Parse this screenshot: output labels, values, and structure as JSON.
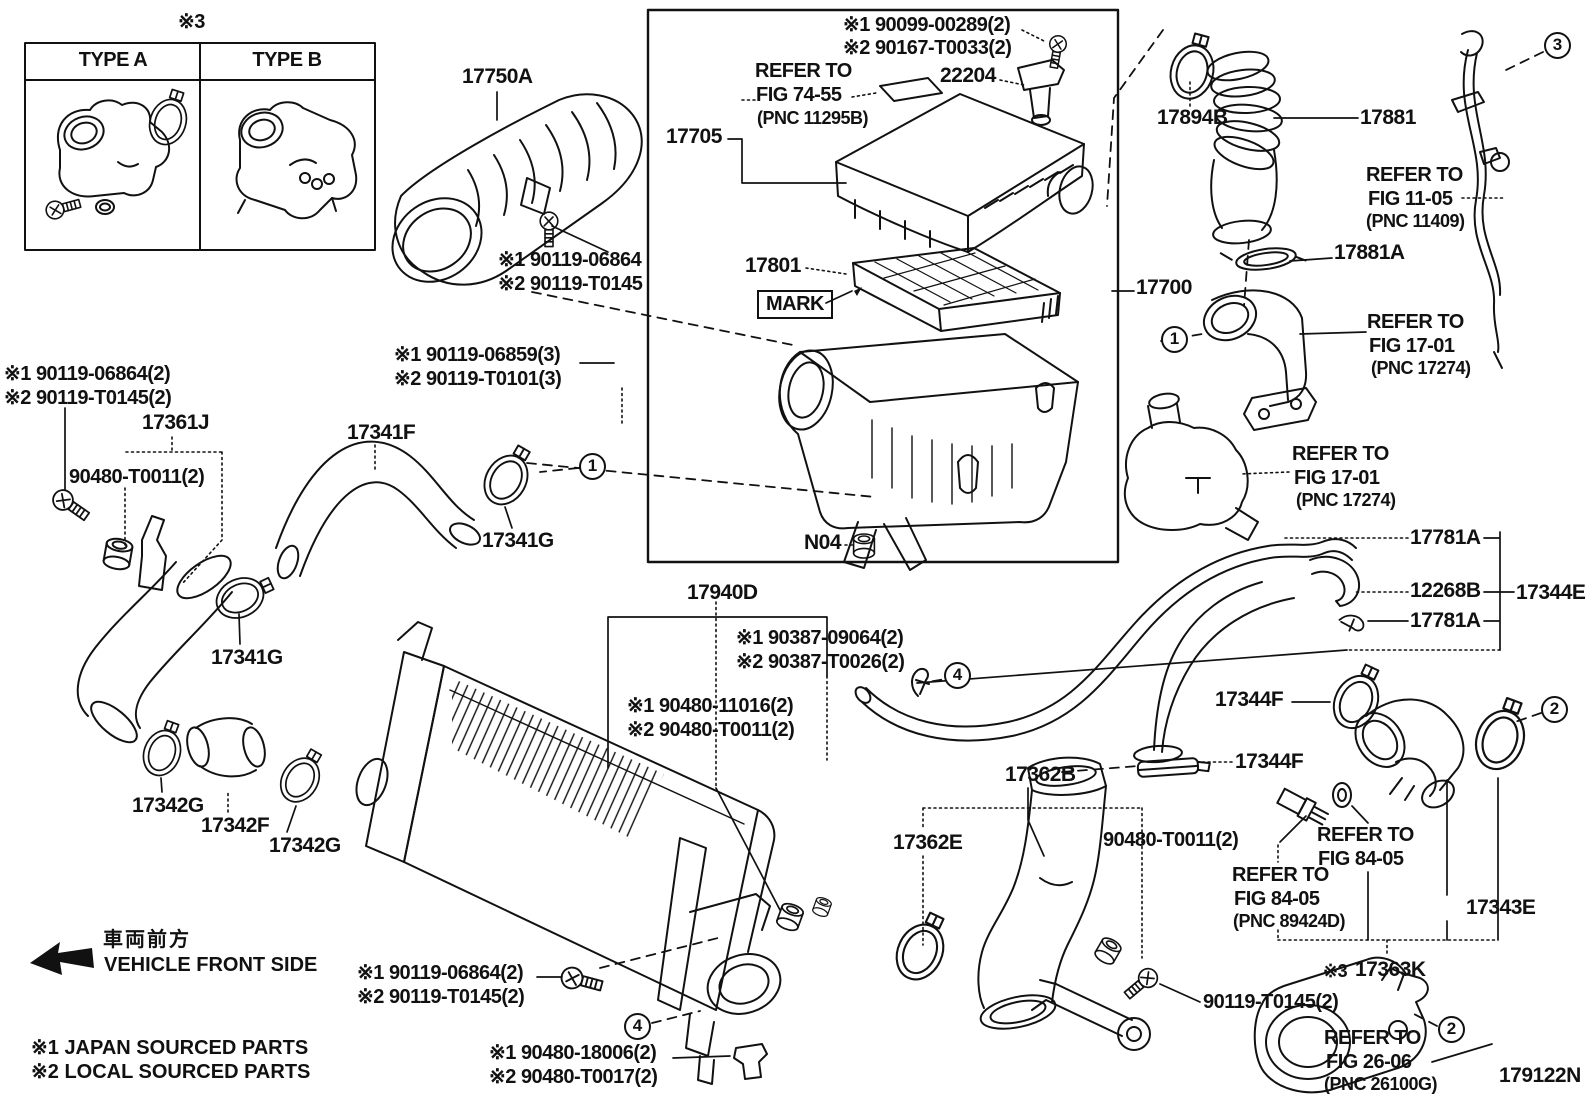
{
  "colors": {
    "ink": "#111111",
    "paper": "#ffffff"
  },
  "legend": {
    "note3": "※3",
    "type_a": "TYPE A",
    "type_b": "TYPE B"
  },
  "callouts": {
    "c1": "1",
    "c2": "2",
    "c3": "3",
    "c4": "4"
  },
  "labels": {
    "p17750a": "17750A",
    "b06864a_1": "※1 90119-06864",
    "b06864a_2": "※2 90119-T0145",
    "b90099_1": "※1 90099-00289(2)",
    "b90099_2": "※2 90167-T0033(2)",
    "ref7455_1": "REFER TO",
    "ref7455_2": "FIG 74-55",
    "ref7455_3": "(PNC 11295B)",
    "p22204": "22204",
    "p17705": "17705",
    "p17894b": "17894B",
    "p17881": "17881",
    "ref1105_1": "REFER TO",
    "ref1105_2": "FIG 11-05",
    "ref1105_3": "(PNC 11409)",
    "p17881a": "17881A",
    "p17801": "17801",
    "mark": "MARK",
    "p17700": "17700",
    "ref1701a_1": "REFER TO",
    "ref1701a_2": "FIG 17-01",
    "ref1701a_3": "(PNC 17274)",
    "ref1701b_1": "REFER TO",
    "ref1701b_2": "FIG 17-01",
    "ref1701b_3": "(PNC 17274)",
    "b06859_1": "※1 90119-06859(3)",
    "b06859_2": "※2 90119-T0101(3)",
    "b06864tl_1": "※1 90119-06864(2)",
    "b06864tl_2": "※2 90119-T0145(2)",
    "p17361j": "17361J",
    "b90480l": "90480-T0011(2)",
    "p17341f": "17341F",
    "p17341g_1": "17341G",
    "p17341g_2": "17341G",
    "p17342g_1": "17342G",
    "p17342f": "17342F",
    "p17342g_2": "17342G",
    "n04": "N04",
    "p17940d": "17940D",
    "b90387_1": "※1 90387-09064(2)",
    "b90387_2": "※2 90387-T0026(2)",
    "b90480c_1": "※1 90480-11016(2)",
    "b90480c_2": "※2 90480-T0011(2)",
    "p17781a_top": "17781A",
    "p12268b": "12268B",
    "p17344e": "17344E",
    "p17781a_bot": "17781A",
    "p17344f_1": "17344F",
    "p17344f_2": "17344F",
    "p17362b": "17362B",
    "p17362e": "17362E",
    "b90480r": "90480-T0011(2)",
    "ref8405a_1": "REFER TO",
    "ref8405a_2": "FIG 84-05",
    "ref8405b_1": "REFER TO",
    "ref8405b_2": "FIG 84-05",
    "ref8405b_3": "(PNC 89424D)",
    "p17343e": "17343E",
    "note3b": "※3",
    "p17363k": "17363K",
    "b90119r": "90119-T0145(2)",
    "ref2606_1": "REFER TO",
    "ref2606_2": "FIG 26-06",
    "ref2606_3": "(PNC 26100G)",
    "p179122n": "179122N",
    "jp_front": "車両前方",
    "vehicle_front": "VEHICLE FRONT SIDE",
    "note1": "※1  JAPAN SOURCED PARTS",
    "note2": "※2  LOCAL SOURCED PARTS",
    "b06864bot_1": "※1 90119-06864(2)",
    "b06864bot_2": "※2 90119-T0145(2)",
    "b18006_1": "※1 90480-18006(2)",
    "b18006_2": "※2 90480-T0017(2)"
  }
}
